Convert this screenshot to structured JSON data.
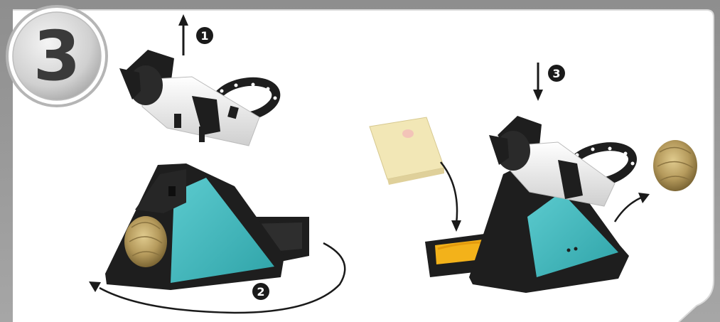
{
  "step": {
    "number": "3"
  },
  "callouts": [
    {
      "id": "lift-holder",
      "label": "1"
    },
    {
      "id": "rotate-base",
      "label": "2"
    },
    {
      "id": "insert-holder",
      "label": "3"
    }
  ],
  "colors": {
    "frame_gray": "#9a9a9a",
    "frame_edge": "#c8c8c8",
    "stand_black": "#1e1e1e",
    "stand_teal": "#3fb8bd",
    "sponge_yellow": "#f3b21a",
    "sponge_dry": "#f2e7b6",
    "brass_wool": "#b59a5c",
    "handle_white": "#efefef"
  }
}
